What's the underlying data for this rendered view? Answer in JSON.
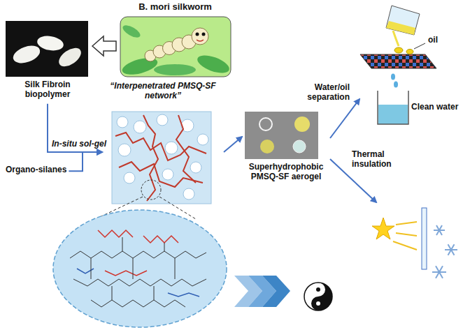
{
  "diagram": {
    "nodes": [
      {
        "text": [
          "B. mori silkworm"
        ]
      },
      {
        "text": [
          "Silk Fibroin biopolymer"
        ]
      },
      {
        "text": [
          "Organo-silanes"
        ]
      },
      {
        "text": [
          "“Interpenetrated PMSQ-SF network”"
        ]
      },
      {
        "text": [
          "Superhydrophobic PMSQ-SF aerogel"
        ]
      }
    ],
    "edges": [
      {
        "from": 0,
        "to": 1,
        "arrow": "to"
      },
      {
        "from": 1,
        "to": 3,
        "label": "In-situ sol-gel",
        "arrow": "to"
      },
      {
        "from": 2,
        "to": 3,
        "arrow": "to"
      },
      {
        "from": 3,
        "to": 4,
        "arrow": "to"
      }
    ],
    "labels": [
      "oil",
      "Water/oil separation",
      "Clean water",
      "Thermal insulation"
    ]
  }
}
